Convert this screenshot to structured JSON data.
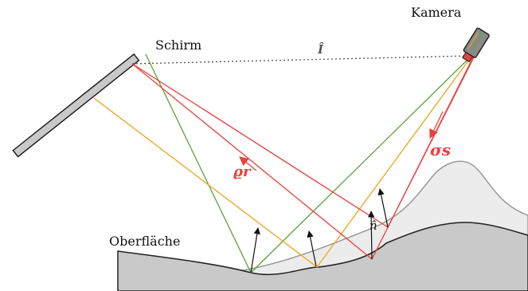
{
  "labels": {
    "screen": "Schirm",
    "camera": "Kamera",
    "surface": "Oberfläche",
    "incident_symbol": "Î",
    "reflected_symbol": "ϱr",
    "camera_ray_symbol": "σs",
    "normal_symbol": "n̂"
  },
  "colors": {
    "red": "#e8413e",
    "green": "#5aa33a",
    "orange": "#f0a219",
    "surface_dark": "#c9c9c9",
    "surface_light": "#ececec",
    "outline": "#222222",
    "light_outline": "#9a9a9a",
    "dotted": "#444444"
  }
}
